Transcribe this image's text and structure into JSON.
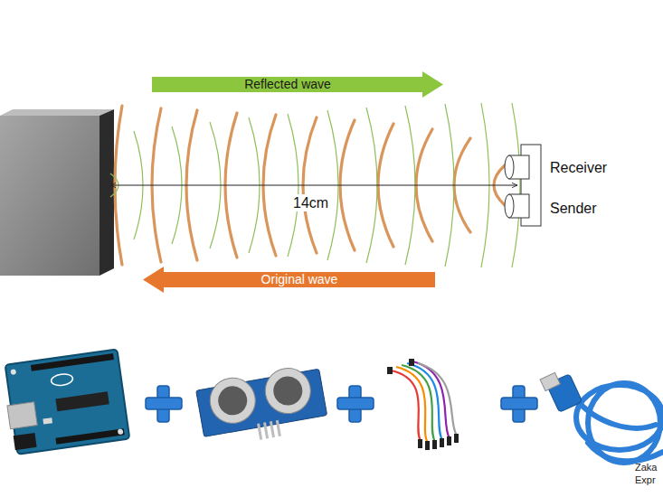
{
  "diagram": {
    "nodes": [
      {
        "text": [
          "Reflected wave"
        ]
      },
      {
        "text": [
          "Original wave"
        ]
      }
    ],
    "labels": [
      "14cm",
      "Receiver",
      "Sender",
      "Zaka",
      "Expr"
    ]
  }
}
